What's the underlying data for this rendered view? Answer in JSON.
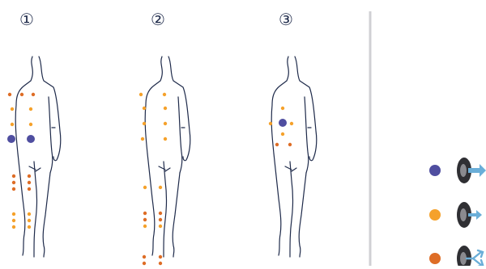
{
  "panels": [
    {
      "label": "①"
    },
    {
      "label": "②"
    },
    {
      "label": "③"
    }
  ],
  "legend": [
    {
      "key": "large",
      "color": "#4f4ea0"
    },
    {
      "key": "medium",
      "color": "#f5a12b"
    },
    {
      "key": "small",
      "color": "#de6d26"
    }
  ],
  "colors": {
    "outline": "#1e2a4a",
    "divider": "#d0d0d4",
    "device_dark": "#2f2f33",
    "device_mid": "#8a8a8f",
    "arrow": "#6aaed8"
  }
}
